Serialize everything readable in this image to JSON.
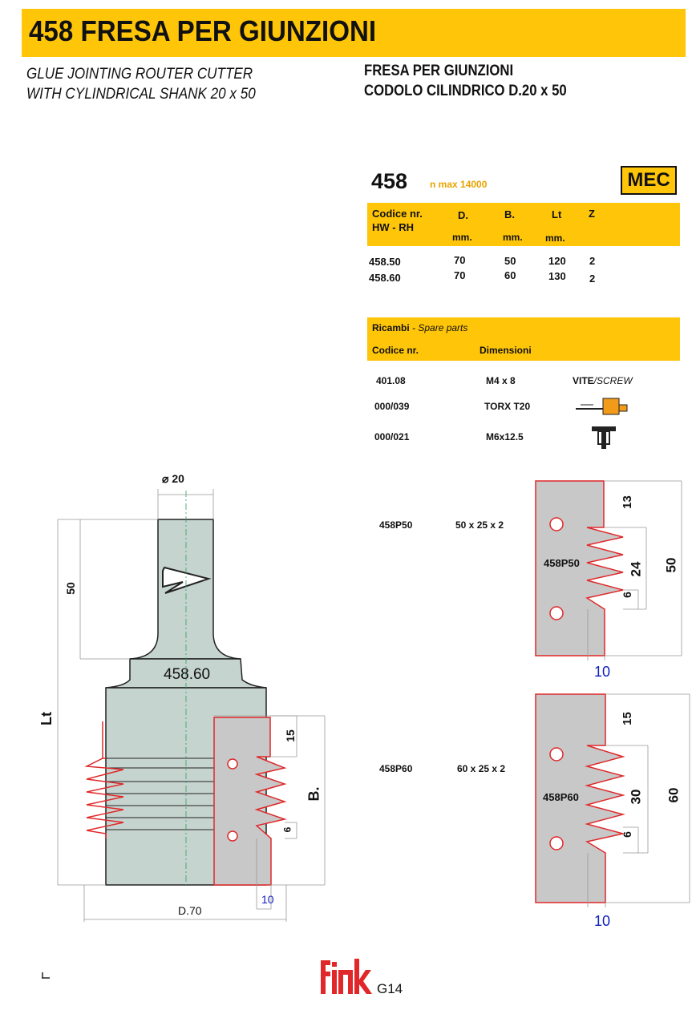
{
  "header": {
    "title": "458  FRESA PER GIUNZIONI",
    "subtitle_en": [
      "GLUE JOINTING ROUTER CUTTER",
      "WITH CYLINDRICAL SHANK 20 x 50"
    ],
    "subtitle_it": [
      "FRESA PER GIUNZIONI",
      "CODOLO CILINDRICO D.20 x 50"
    ]
  },
  "product": {
    "code": "458",
    "nmax": "n max 14000",
    "badge": "MEC"
  },
  "main_table": {
    "headers": {
      "code": "Codice nr.",
      "code2": "HW - RH",
      "d": "D.",
      "b": "B.",
      "lt": "Lt",
      "z": "Z",
      "unit": "mm."
    },
    "rows": [
      {
        "code": "458.50",
        "d": "70",
        "b": "50",
        "lt": "120",
        "z": "2"
      },
      {
        "code": "458.60",
        "d": "70",
        "b": "60",
        "lt": "130",
        "z": "2"
      }
    ]
  },
  "spare_parts": {
    "title": "Ricambi",
    "title_en": " - Spare parts",
    "col_code": "Codice nr.",
    "col_dim": "Dimensioni",
    "rows": [
      {
        "code": "401.08",
        "dim": "M4 x 8",
        "desc": "VITE",
        "desc_en": "/SCREW"
      },
      {
        "code": "000/039",
        "dim": "TORX T20",
        "icon": "torx-key-icon"
      },
      {
        "code": "000/021",
        "dim": "M6x12.5",
        "icon": "pin-icon"
      }
    ]
  },
  "knives": [
    {
      "code": "458P50",
      "dims": "50 x 25 x 2",
      "label": "458P50",
      "top": "13",
      "mid": "24",
      "tooth": "6",
      "total": "50",
      "width": "10"
    },
    {
      "code": "458P60",
      "dims": "60 x 25 x 2",
      "label": "458P60",
      "top": "15",
      "mid": "30",
      "tooth": "6",
      "total": "60",
      "width": "10"
    }
  ],
  "drawing": {
    "shank_dia": "⌀ 20",
    "shank_len": "50",
    "body_code": "458.60",
    "lt": "Lt",
    "b": "B.",
    "dim_15": "15",
    "dim_6": "6",
    "dim_10": "10",
    "d70": "D.70"
  },
  "footer": {
    "brand": "fink",
    "page": "G14"
  },
  "colors": {
    "accent": "#FFC508",
    "red": "#E0282A",
    "steel": "#C6D4D0",
    "grey": "#C8C8C8",
    "blue": "#1020C0"
  }
}
